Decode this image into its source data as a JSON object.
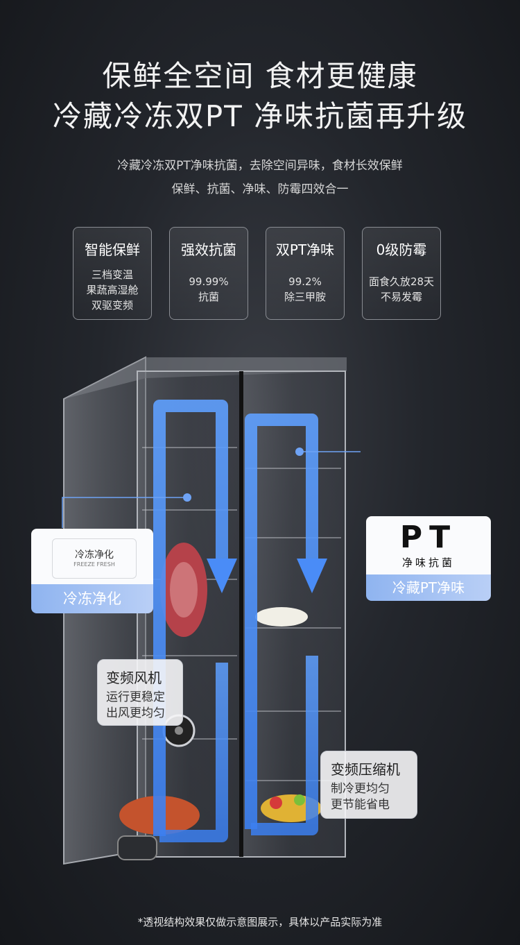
{
  "headline": {
    "line1": "保鲜全空间 食材更健康",
    "line2": "冷藏冷冻双PT 净味抗菌再升级"
  },
  "subtext": {
    "line1": "冷藏冷冻双PT净味抗菌，去除空间异味，食材长效保鲜",
    "line2": "保鲜、抗菌、净味、防霉四效合一"
  },
  "features": [
    {
      "title": "智能保鲜",
      "desc": [
        "三档变温",
        "果蔬高湿舱",
        "双驱变频"
      ]
    },
    {
      "title": "强效抗菌",
      "desc": [
        "99.99%",
        "抗菌"
      ]
    },
    {
      "title": "双PT净味",
      "desc": [
        "99.2%",
        "除三甲胺"
      ]
    },
    {
      "title": "0级防霉",
      "desc": [
        "面食久放28天",
        "不易发霉"
      ]
    }
  ],
  "callouts": {
    "freeze_purify": {
      "module_label": "冷冻净化",
      "module_sub": "FREEZE FRESH",
      "caption": "冷冻净化"
    },
    "pt": {
      "logo": "PT",
      "logo_sub": "净味抗菌",
      "caption": "冷藏PT净味"
    },
    "fan": {
      "title": "变频风机",
      "lines": [
        "运行更稳定",
        "出风更均匀"
      ]
    },
    "compressor": {
      "title": "变频压缩机",
      "lines": [
        "制冷更均匀",
        "更节能省电"
      ]
    }
  },
  "colors": {
    "accent_blue": "#4a8cf7",
    "caption_blue": "#9bbcf2"
  },
  "footnote": "*透视结构效果仅做示意图展示，具体以产品实际为准"
}
